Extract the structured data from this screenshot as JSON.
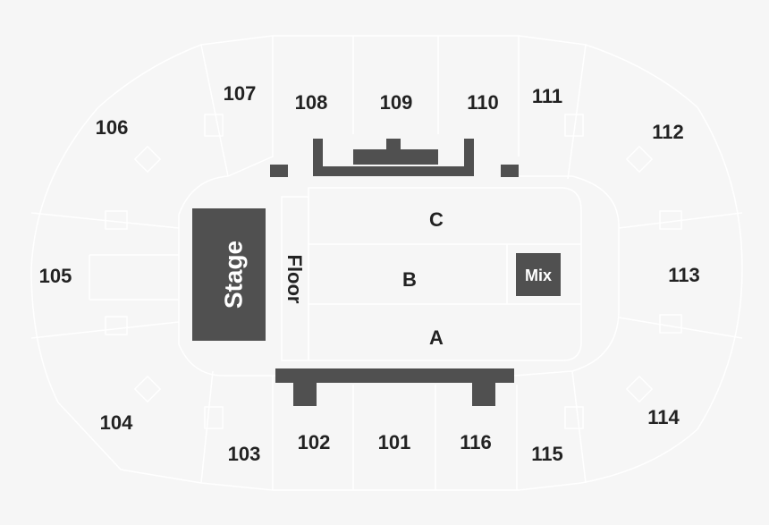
{
  "sections": {
    "s101": "101",
    "s102": "102",
    "s103": "103",
    "s104": "104",
    "s105": "105",
    "s106": "106",
    "s107": "107",
    "s108": "108",
    "s109": "109",
    "s110": "110",
    "s111": "111",
    "s112": "112",
    "s113": "113",
    "s114": "114",
    "s115": "115",
    "s116": "116"
  },
  "floor": {
    "a": "A",
    "b": "B",
    "c": "C",
    "floor": "Floor",
    "stage": "Stage",
    "mix": "Mix"
  },
  "colors": {
    "background": "#f6f6f6",
    "dark": "#505050",
    "lines": "#ffffff"
  }
}
